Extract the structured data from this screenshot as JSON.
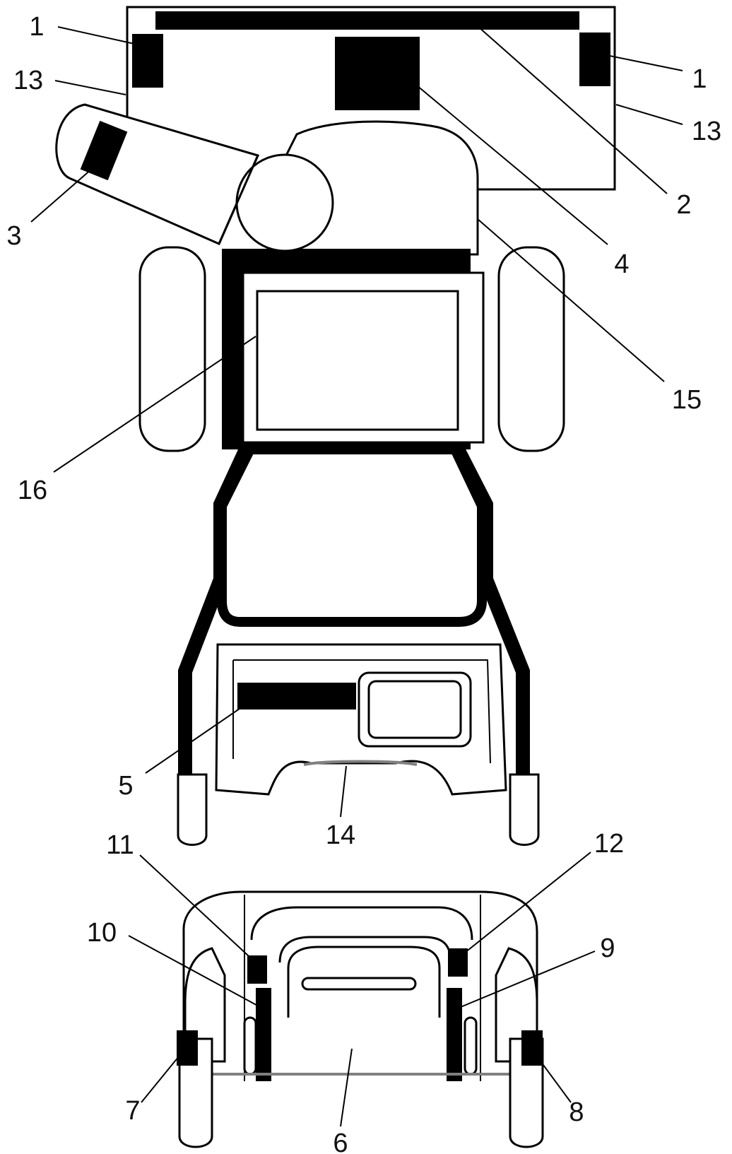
{
  "colors": {
    "outline": "#000000",
    "fill": "#ffffff",
    "grey_edge": "#808080"
  },
  "callouts": [
    {
      "id": "c1_left",
      "label": "1"
    },
    {
      "id": "c1_right",
      "label": "1"
    },
    {
      "id": "c13_left",
      "label": "13"
    },
    {
      "id": "c13_right",
      "label": "13"
    },
    {
      "id": "c2",
      "label": "2"
    },
    {
      "id": "c3",
      "label": "3"
    },
    {
      "id": "c4",
      "label": "4"
    },
    {
      "id": "c15",
      "label": "15"
    },
    {
      "id": "c16",
      "label": "16"
    },
    {
      "id": "c5",
      "label": "5"
    },
    {
      "id": "c14",
      "label": "14"
    },
    {
      "id": "c11",
      "label": "11"
    },
    {
      "id": "c12",
      "label": "12"
    },
    {
      "id": "c10",
      "label": "10"
    },
    {
      "id": "c9",
      "label": "9"
    },
    {
      "id": "c7",
      "label": "7"
    },
    {
      "id": "c8",
      "label": "8"
    },
    {
      "id": "c6",
      "label": "6"
    }
  ]
}
